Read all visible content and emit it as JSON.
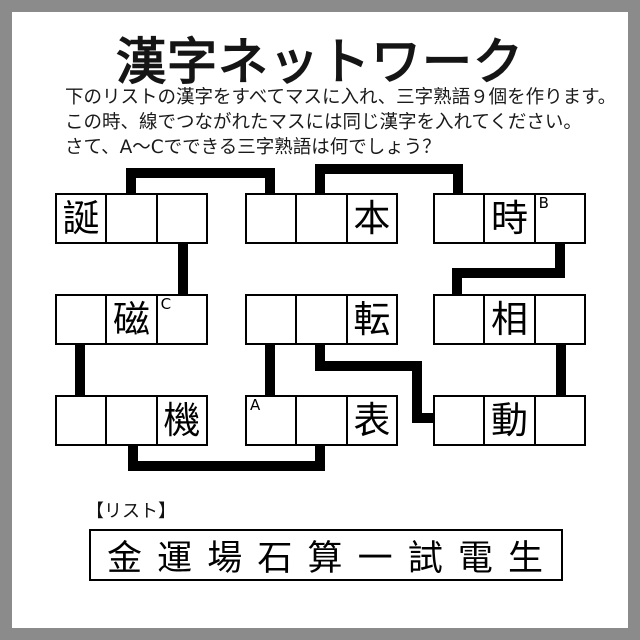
{
  "title": "漢字ネットワーク",
  "instructions": {
    "line1": "下のリストの漢字をすべてマスに入れ、三字熟語９個を作ります。",
    "line2": "この時、線でつながれたマスには同じ漢字を入れてください。",
    "line3": "さて、A～Cでできる三字熟語は何でしょう？"
  },
  "grid": {
    "rows": [
      {
        "boxes": [
          {
            "cells": [
              {
                "char": "誕"
              },
              {
                "char": ""
              },
              {
                "char": ""
              }
            ]
          },
          {
            "cells": [
              {
                "char": ""
              },
              {
                "char": ""
              },
              {
                "char": "本"
              }
            ]
          },
          {
            "cells": [
              {
                "char": ""
              },
              {
                "char": "時"
              },
              {
                "char": "",
                "label": "B"
              }
            ]
          }
        ]
      },
      {
        "boxes": [
          {
            "cells": [
              {
                "char": ""
              },
              {
                "char": "磁"
              },
              {
                "char": "",
                "label": "C"
              }
            ]
          },
          {
            "cells": [
              {
                "char": ""
              },
              {
                "char": ""
              },
              {
                "char": "転"
              }
            ]
          },
          {
            "cells": [
              {
                "char": ""
              },
              {
                "char": "相"
              },
              {
                "char": ""
              }
            ]
          }
        ]
      },
      {
        "boxes": [
          {
            "cells": [
              {
                "char": ""
              },
              {
                "char": ""
              },
              {
                "char": "機"
              }
            ]
          },
          {
            "cells": [
              {
                "char": "",
                "label": "A"
              },
              {
                "char": ""
              },
              {
                "char": "表"
              }
            ]
          },
          {
            "cells": [
              {
                "char": ""
              },
              {
                "char": "動"
              },
              {
                "char": ""
              }
            ]
          }
        ]
      }
    ],
    "connections": [
      {
        "from": "row1.box1.cell2",
        "to": "row1.box2.cell1"
      },
      {
        "from": "row1.box2.cell2",
        "to": "row1.box3.cell1"
      },
      {
        "from": "row1.box1.cell3",
        "to": "row2.box1.cell3"
      },
      {
        "from": "row1.box3.cell3",
        "to": "row2.box3.cell1"
      },
      {
        "from": "row2.box1.cell1",
        "to": "row3.box1.cell1"
      },
      {
        "from": "row2.box2.cell1",
        "to": "row3.box2.cell1"
      },
      {
        "from": "row2.box2.cell2",
        "to": "row3.box3.cell1"
      },
      {
        "from": "row2.box3.cell3",
        "to": "row3.box3.cell3"
      },
      {
        "from": "row3.box1.cell2",
        "to": "row3.box2.cell2"
      }
    ]
  },
  "list": {
    "heading": "【リスト】",
    "text": "金 運 場 石 算 一 試 電 生",
    "kanji": [
      "金",
      "運",
      "場",
      "石",
      "算",
      "一",
      "試",
      "電",
      "生"
    ]
  },
  "colors": {
    "frame": "#8b8b8b",
    "ink": "#000000",
    "background": "#ffffff"
  }
}
